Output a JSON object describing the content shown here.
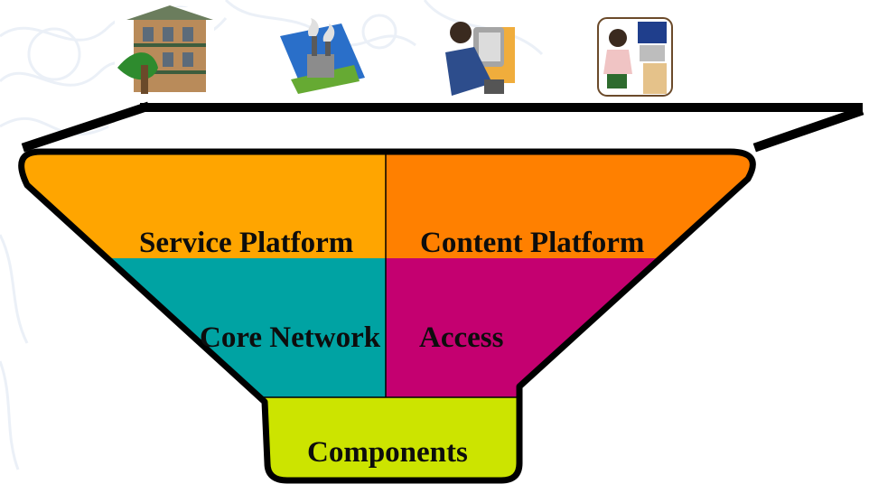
{
  "diagram": {
    "labels": {
      "service_platform": "Service Platform",
      "content_platform": "Content Platform",
      "core_network": "Core Network",
      "access": "Access",
      "components": "Components"
    },
    "colors": {
      "service_platform": "#ffa500",
      "content_platform": "#ff8000",
      "core_network": "#00a3a3",
      "access": "#c40070",
      "components": "#cce400",
      "outline": "#000000",
      "background_pattern": "#d9e3f0"
    },
    "icons": [
      {
        "name": "house-icon"
      },
      {
        "name": "factory-icon"
      },
      {
        "name": "office-worker-computer-icon"
      },
      {
        "name": "call-center-agent-icon"
      }
    ]
  }
}
